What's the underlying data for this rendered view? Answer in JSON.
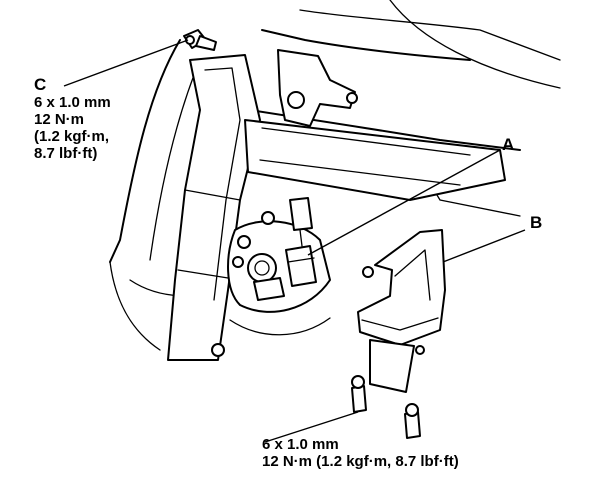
{
  "callouts": {
    "a": "A",
    "b": "B",
    "c": "C"
  },
  "specs": {
    "bolt_c": {
      "size": "6 x 1.0 mm",
      "torque_nm": "12 N·m",
      "torque_kgf": "(1.2 kgf·m,",
      "torque_lbf": "8.7 lbf·ft)"
    },
    "bolts_lower": {
      "size": "6 x 1.0 mm",
      "torque": "12 N·m (1.2 kgf·m, 8.7 lbf·ft)"
    }
  }
}
